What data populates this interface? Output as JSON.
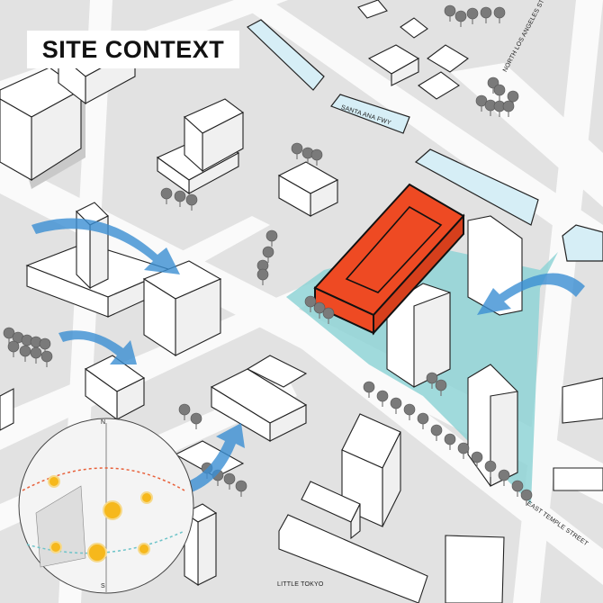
{
  "title": "SITE CONTEXT",
  "labels": {
    "north_los_angeles_street": "NORTH LOS ANGELES STREET",
    "santa_ana_fwy": "SANTA ANA FWY",
    "east_temple_street": "EAST TEMPLE STREET",
    "little_tokyo": "LITTLE TOKYO"
  },
  "sun_diagram": {
    "north": "N",
    "south": "S"
  },
  "colors": {
    "site": "#8fd3d6",
    "proposed_building": "#ee4a23",
    "wind_arrows": "#3b8fd3",
    "summer_path": "#e8603a",
    "winter_path": "#6cc3c8",
    "sun": "#f6b81c"
  }
}
